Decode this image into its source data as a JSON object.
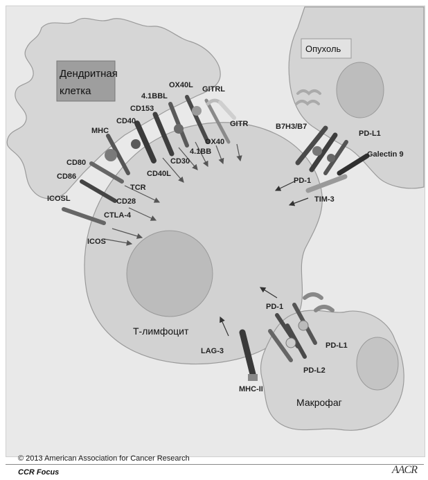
{
  "cells": {
    "dendritic": "Дендритная клетка",
    "dendritic_line1": "Дендритная",
    "dendritic_line2": "клетка",
    "tumor": "Опухоль",
    "tcell": "Т-лимфоцит",
    "macrophage": "Макрофаг"
  },
  "labels": {
    "ox40l": "OX40L",
    "gitrl": "GITRL",
    "bbl41": "4.1BBL",
    "cd153": "CD153",
    "cd40": "CD40",
    "mhc": "MHC",
    "gitr": "GITR",
    "ox40": "OX40",
    "bb41": "4.1BB",
    "cd30": "CD30",
    "cd40l": "CD40L",
    "cd80": "CD80",
    "cd86": "CD86",
    "tcr": "TCR",
    "cd28": "CD28",
    "icosl": "ICOSL",
    "ctla4": "CTLA-4",
    "icos": "ICOS",
    "b7h3": "B7H3/B7",
    "pdl1_tumor": "PD-L1",
    "galectin9": "Galectin 9",
    "pd1_tumor": "PD-1",
    "tim3": "TIM-3",
    "pd1_macro": "PD-1",
    "pdl1_macro": "PD-L1",
    "pdl2": "PD-L2",
    "lag3": "LAG-3",
    "mhc2": "MHC-II"
  },
  "footer": {
    "copyright": "© 2013 American Association for Cancer Research",
    "journal": "CCR Focus",
    "logo": "AACR"
  },
  "colors": {
    "background": "#e9e9e9",
    "cell_fill": "#d6d6d6",
    "nucleus_fill": "#bdbdbd",
    "receptor_dark": "#4a4a4a",
    "receptor_mid": "#7a7a7a",
    "receptor_light": "#b8b8b8"
  }
}
